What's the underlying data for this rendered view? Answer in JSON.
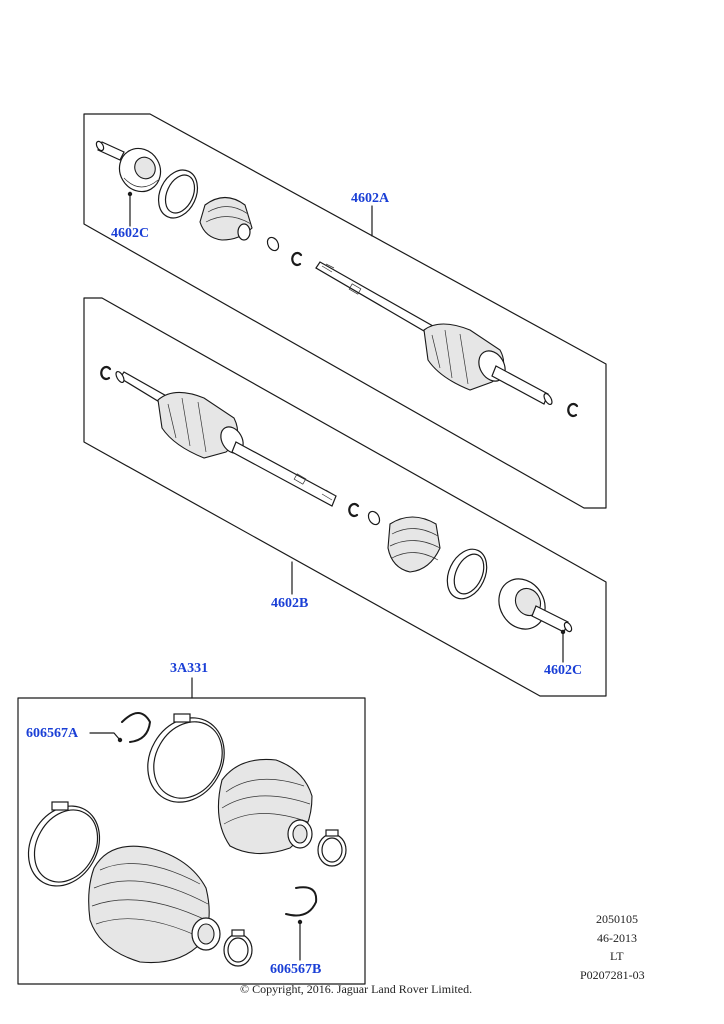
{
  "colors": {
    "callout": "#1a3fd6",
    "linework": "#1a1a1a",
    "background": "#ffffff"
  },
  "callouts": {
    "upper_shaft": "4602A",
    "upper_outer_joint": "4602C",
    "lower_shaft": "4602B",
    "lower_outer_joint": "4602C",
    "boot_kit": "3A331",
    "circlip_a": "606567A",
    "circlip_b": "606567B"
  },
  "footer": {
    "code_1": "2050105",
    "code_2": "46-2013",
    "code_3": "LT",
    "code_4": "P0207281-03",
    "copyright": "© Copyright, 2016. Jaguar Land Rover Limited."
  }
}
